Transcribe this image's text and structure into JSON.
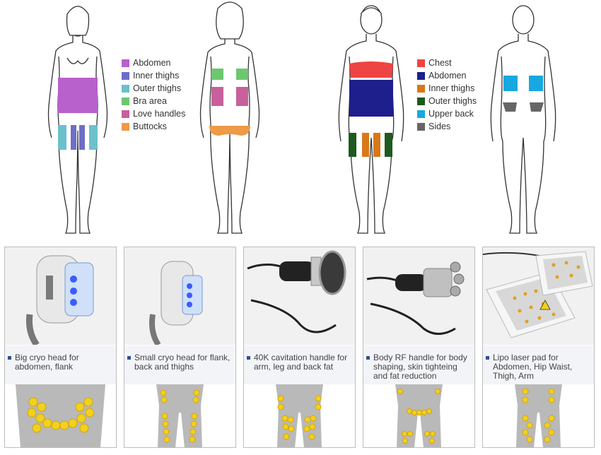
{
  "colors": {
    "outline": "#333333",
    "body_gray": "#b9b9b9",
    "fat_yellow": "#f2d11c",
    "fat_outline": "#d4a40c",
    "caption_bullet": "#2f4f8f"
  },
  "female_legend": [
    {
      "label": "Abdomen",
      "color": "#b860cc"
    },
    {
      "label": "Inner thighs",
      "color": "#6e6ec8"
    },
    {
      "label": "Outer thighs",
      "color": "#6cc0cc"
    },
    {
      "label": "Bra area",
      "color": "#6cc870"
    },
    {
      "label": "Love handles",
      "color": "#c8609c"
    },
    {
      "label": "Buttocks",
      "color": "#ee9a46"
    }
  ],
  "male_legend": [
    {
      "label": "Chest",
      "color": "#ee4444"
    },
    {
      "label": "Abdomen",
      "color": "#1e1e8c"
    },
    {
      "label": "Inner thighs",
      "color": "#d87818"
    },
    {
      "label": "Outer thighs",
      "color": "#1e5a1e"
    },
    {
      "label": "Upper back",
      "color": "#18a8e0"
    },
    {
      "label": "Sides",
      "color": "#666666"
    }
  ],
  "products": [
    {
      "caption": "Big cryo head for abdomen, flank",
      "device": "big-cryo-head",
      "treated_zone": "abdomen-flank"
    },
    {
      "caption": "Small cryo head for flank, back and thighs",
      "device": "small-cryo-head",
      "treated_zone": "flank-back-thighs"
    },
    {
      "caption": "40K cavitation handle for arm, leg and back fat",
      "device": "cavitation-handle",
      "treated_zone": "arms-legs"
    },
    {
      "caption": "Body RF handle for body shaping, skin tighteing and fat reduction",
      "device": "rf-handle",
      "treated_zone": "body-shaping"
    },
    {
      "caption": "Lipo laser pad for Abdomen, Hip Waist, Thigh, Arm",
      "device": "lipo-laser-pad",
      "treated_zone": "waist-thigh-arm"
    }
  ]
}
